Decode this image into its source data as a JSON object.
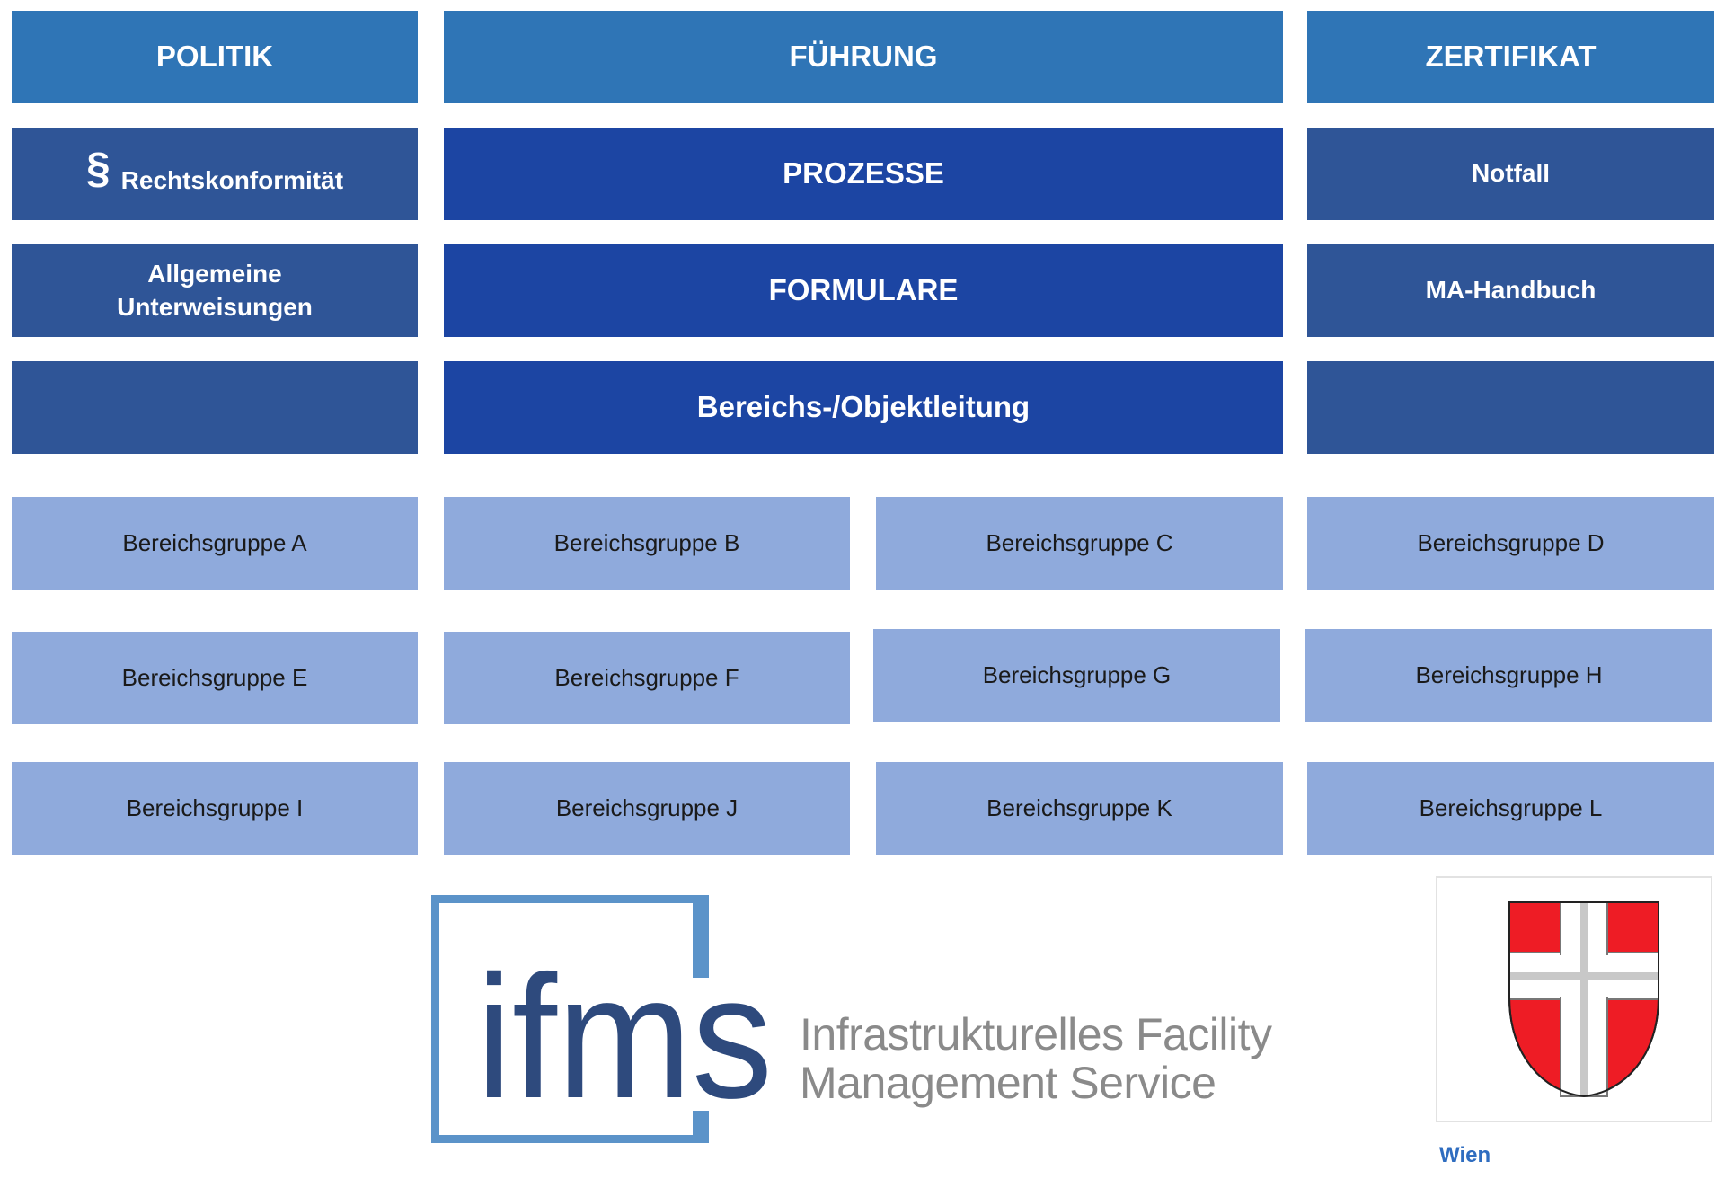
{
  "header": {
    "politik": "POLITIK",
    "fuehrung": "FÜHRUNG",
    "zertifikat": "ZERTIFIKAT"
  },
  "row2": {
    "paragraph_symbol": "§",
    "rechtskonformitaet": "Rechtskonformität",
    "prozesse": "PROZESSE",
    "notfall": "Notfall"
  },
  "row3": {
    "allgemeine_line1": "Allgemeine",
    "allgemeine_line2": "Unterweisungen",
    "formulare": "FORMULARE",
    "ma_handbuch": "MA-Handbuch"
  },
  "row4": {
    "bereichsleitung": "Bereichs-/Objektleitung"
  },
  "groups": [
    "Bereichsgruppe A",
    "Bereichsgruppe B",
    "Bereichsgruppe C",
    "Bereichsgruppe D",
    "Bereichsgruppe E",
    "Bereichsgruppe F",
    "Bereichsgruppe G",
    "Bereichsgruppe H",
    "Bereichsgruppe I",
    "Bereichsgruppe J",
    "Bereichsgruppe K",
    "Bereichsgruppe L"
  ],
  "logo": {
    "wordmark": "ifms",
    "line1": "Infrastrukturelles Facility",
    "line2": "Management Service"
  },
  "wien": {
    "label": "Wien"
  },
  "colors": {
    "header_blue": "#2f75b6",
    "dark_blue": "#2f5597",
    "royal_blue": "#1c45a3",
    "light_blue": "#8faadc",
    "logo_frame": "#5b93c9",
    "logo_text": "#2e4a7d",
    "wien_red": "#ee1c25"
  }
}
